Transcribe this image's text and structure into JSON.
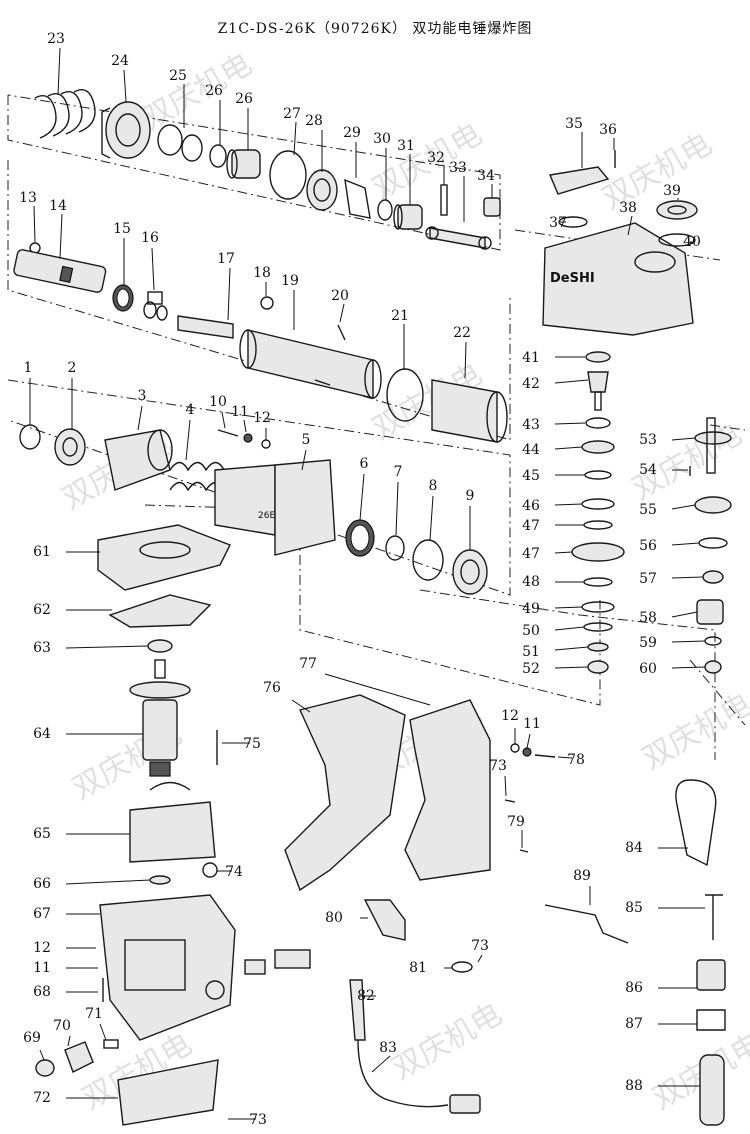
{
  "title": "Z1C-DS-26K（90726K） 双功能电锤爆炸图",
  "watermark": "双庆机电",
  "brand_label": "DeSHI",
  "body_label": "26E",
  "callouts": [
    "1",
    "2",
    "3",
    "4",
    "5",
    "6",
    "7",
    "8",
    "9",
    "10",
    "11",
    "12",
    "13",
    "14",
    "15",
    "16",
    "17",
    "18",
    "19",
    "20",
    "21",
    "22",
    "23",
    "24",
    "25",
    "26",
    "26",
    "27",
    "28",
    "29",
    "30",
    "31",
    "32",
    "33",
    "34",
    "35",
    "36",
    "37",
    "38",
    "39",
    "40",
    "41",
    "42",
    "43",
    "44",
    "45",
    "46",
    "47",
    "47",
    "48",
    "49",
    "50",
    "51",
    "52",
    "53",
    "54",
    "55",
    "56",
    "57",
    "58",
    "59",
    "60",
    "61",
    "62",
    "63",
    "64",
    "65",
    "66",
    "67",
    "12",
    "11",
    "68",
    "69",
    "70",
    "71",
    "72",
    "73",
    "74",
    "75",
    "76",
    "77",
    "12",
    "11",
    "78",
    "73",
    "79",
    "80",
    "81",
    "73",
    "82",
    "83",
    "84",
    "85",
    "86",
    "87",
    "88",
    "89"
  ]
}
